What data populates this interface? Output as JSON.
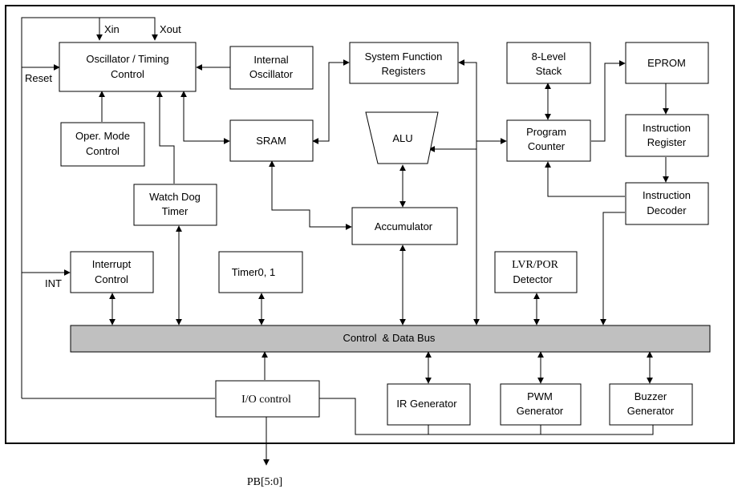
{
  "blocks": {
    "osc": [
      "Oscillator / Timing",
      "Control"
    ],
    "int_osc": [
      "Internal",
      "Oscillator"
    ],
    "sys_func": [
      "System Function",
      "Registers"
    ],
    "stack": [
      "8-Level",
      "Stack"
    ],
    "eprom": [
      "EPROM"
    ],
    "oper_mode": [
      "Oper. Mode",
      "Control"
    ],
    "sram": [
      "SRAM"
    ],
    "alu": [
      "ALU"
    ],
    "prog_counter": [
      "Program",
      "Counter"
    ],
    "instr_reg": [
      "Instruction",
      "Register"
    ],
    "watchdog": [
      "Watch Dog",
      "Timer"
    ],
    "accumulator": [
      "Accumulator"
    ],
    "instr_dec": [
      "Instruction",
      "Decoder"
    ],
    "interrupt": [
      "Interrupt",
      "Control"
    ],
    "timer": [
      "Timer0, 1"
    ],
    "lvr": [
      "LVR/POR",
      "Detector"
    ],
    "bus": [
      "Control  & Data Bus"
    ],
    "io": [
      "I/O control"
    ],
    "ir": [
      "IR Generator"
    ],
    "pwm": [
      "PWM",
      "Generator"
    ],
    "buzzer": [
      "Buzzer",
      "Generator"
    ]
  },
  "signals": {
    "xin": "Xin",
    "xout": "Xout",
    "reset": "Reset",
    "int": "INT",
    "pb": "PB[5:0]"
  },
  "colors": {
    "bus_fill": "#c0c0c0",
    "line": "#000000",
    "background": "#ffffff"
  }
}
